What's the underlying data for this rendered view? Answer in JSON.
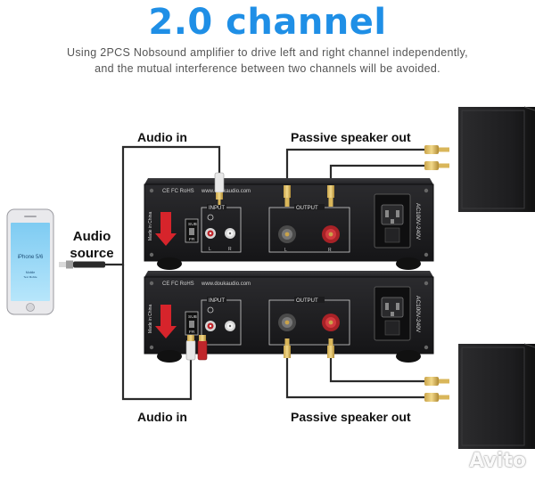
{
  "header": {
    "title": "2.0 channel",
    "subtitle_line1": "Using 2PCS Nobsound amplifier to drive left and right channel independently,",
    "subtitle_line2": "and the mutual interference between two channels will be avoided."
  },
  "labels": {
    "audio_in_top": "Audio in",
    "audio_in_bottom": "Audio in",
    "passive_out_top": "Passive speaker out",
    "passive_out_bottom": "Passive speaker out",
    "audio_source_line1": "Audio",
    "audio_source_line2": "source"
  },
  "amp": {
    "website": "www.doukaudio.com",
    "input_label": "INPUT",
    "output_label": "OUTPUT",
    "ac_label": "AC100V-240V",
    "sub_label": "SUB",
    "fr_label": "FR",
    "made_in": "Made in China",
    "left": "L",
    "right": "R",
    "cert": "CE FC RoHS"
  },
  "phone": {
    "model": "iPhone 5/6",
    "line1": "Mobile",
    "line2": "Text Mobile"
  },
  "watermark": "Avito",
  "colors": {
    "title_blue": "#1f8fe6",
    "amp_body": "#1c1c1e",
    "jack_red": "#c0262b",
    "cable": "#2a2a2a"
  }
}
